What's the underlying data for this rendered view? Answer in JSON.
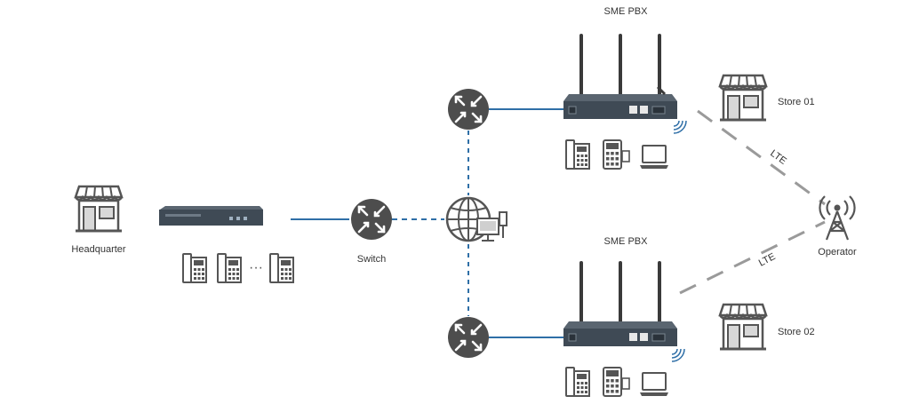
{
  "labels": {
    "headquarter": "Headquarter",
    "switch": "Switch",
    "pbx_top": "SME PBX",
    "pbx_bottom": "SME PBX",
    "store_01": "Store  01",
    "store_02": "Store  02",
    "operator": "Operator",
    "lte_top": "LTE",
    "lte_bottom": "LTE",
    "phones_ellipsis": "···"
  },
  "colors": {
    "link_blue": "#2f6fa7",
    "lte_dash": "#9a9a9a",
    "device_dark": "#3f4a55",
    "icon_gray": "#555555",
    "router_gray": "#4d4d4d"
  },
  "icons": {
    "store": "store-icon",
    "router": "router-icon",
    "internet": "globe-computer-icon",
    "tower": "cell-tower-icon",
    "desk_phone": "desk-phone-icon",
    "pos_terminal": "pos-terminal-icon",
    "laptop": "laptop-icon"
  }
}
